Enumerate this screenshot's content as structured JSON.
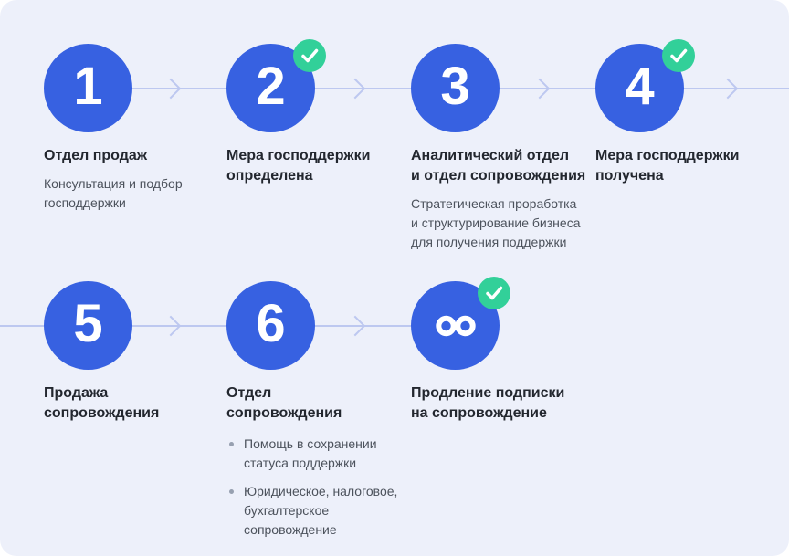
{
  "card": {
    "background": "#EDF0FA",
    "page_background": "#FFFFFF"
  },
  "colors": {
    "accent_blue": "#3761E1",
    "success_green": "#32D099",
    "connector": "#BDC8F0",
    "title_text": "#23272F",
    "body_text": "#4C525C",
    "bullet_dot": "#97A0B0",
    "number_text": "#FFFFFF"
  },
  "icons": {
    "completed_badge": "check-icon",
    "last_step": "infinity-icon"
  },
  "steps": [
    {
      "number": "1",
      "completed": false,
      "title": "Отдел продаж",
      "subtitle": "Консультация и подбор\nгосподдержки"
    },
    {
      "number": "2",
      "completed": true,
      "title": "Мера господдержки\nопределена"
    },
    {
      "number": "3",
      "completed": false,
      "title": "Аналитический отдел\nи отдел сопровождения",
      "subtitle": "Стратегическая проработка\nи структурирование бизнеса\nдля получения поддержки"
    },
    {
      "number": "4",
      "completed": true,
      "title": "Мера господдержки\nполучена"
    },
    {
      "number": "5",
      "completed": false,
      "title": "Продажа\nсопровождения"
    },
    {
      "number": "6",
      "completed": false,
      "title": "Отдел\nсопровождения",
      "bullets": [
        "Помощь в сохранении\nстатуса поддержки",
        "Юридическое, налоговое,\nбухгалтерское\nсопровождение"
      ]
    },
    {
      "number": "∞",
      "icon": "infinity-icon",
      "completed": true,
      "title": "Продление подписки\nна сопровождение"
    }
  ]
}
